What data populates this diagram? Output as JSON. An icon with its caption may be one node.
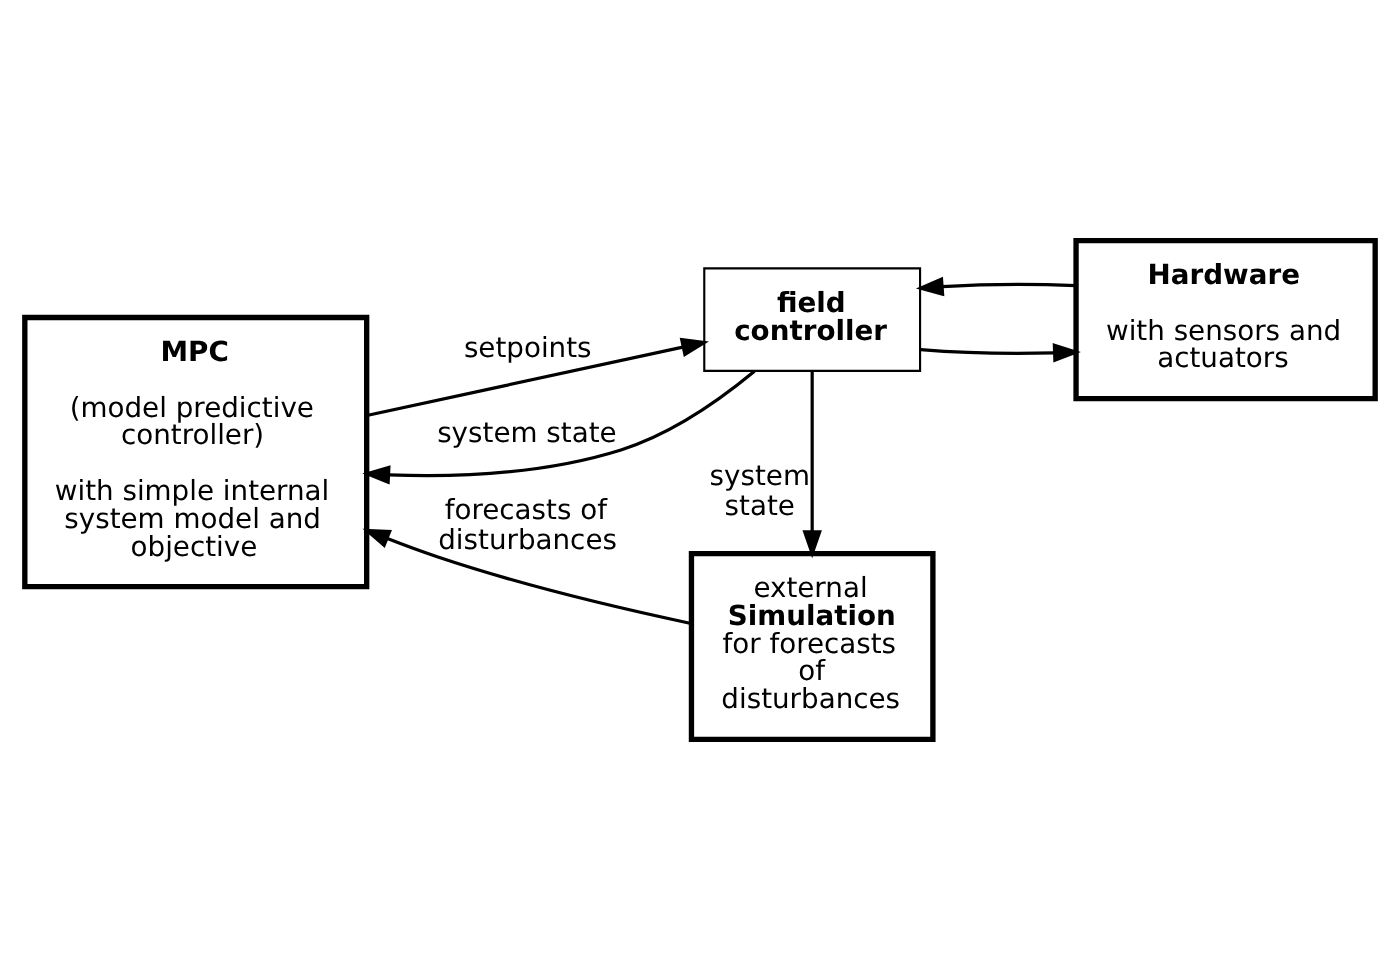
{
  "diagram": {
    "nodes": [
      {
        "text": [
          "MPC",
          "(model predictive controller)",
          "with simple internal system model and objective"
        ]
      },
      {
        "text": [
          "field controller"
        ]
      },
      {
        "text": [
          "Hardware",
          "with sensors and actuators"
        ]
      },
      {
        "text": [
          "external **Simulation** for forecasts of disturbances"
        ]
      }
    ],
    "edges": [
      {
        "from": 0,
        "to": 1,
        "arrow": "to",
        "label": "setpoints"
      },
      {
        "from": 1,
        "to": 0,
        "arrow": "to",
        "label": "system state"
      },
      {
        "from": 1,
        "to": 2,
        "arrow": "to"
      },
      {
        "from": 2,
        "to": 1,
        "arrow": "to"
      },
      {
        "from": 1,
        "to": 3,
        "arrow": "to",
        "label": "system state"
      },
      {
        "from": 3,
        "to": 0,
        "arrow": "to",
        "label": "forecasts of disturbances"
      }
    ]
  }
}
